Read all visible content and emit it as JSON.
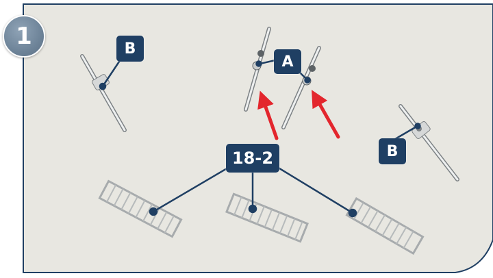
{
  "step": {
    "number": "1"
  },
  "callouts": {
    "b_left": "B",
    "a": "A",
    "b_right": "B",
    "part": "18-2"
  },
  "colors": {
    "panel_bg": "#e8e7e1",
    "panel_border": "#1f3f63",
    "callout_bg": "#1f3f63",
    "arrow": "#e3262d",
    "badge": "#6e8499"
  }
}
